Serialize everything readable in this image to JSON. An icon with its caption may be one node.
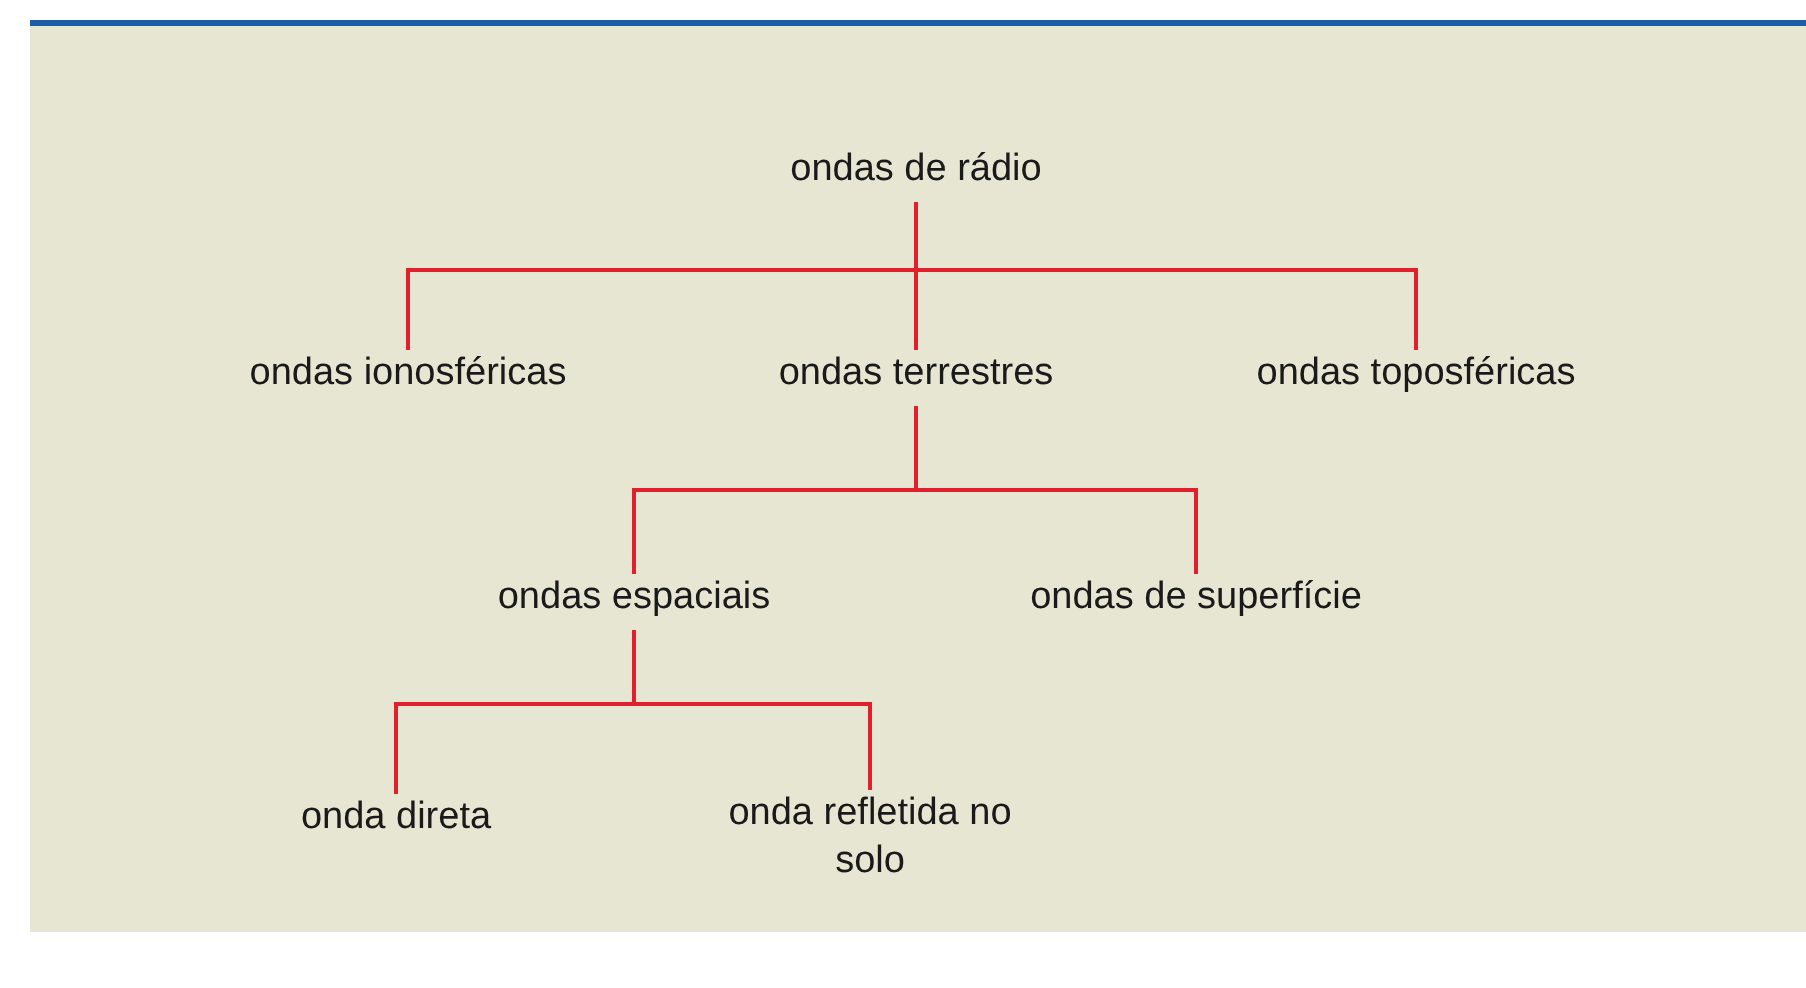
{
  "diagram": {
    "nodes": [
      {
        "text": [
          "ondas de rádio"
        ]
      },
      {
        "text": [
          "ondas ionosféricas"
        ]
      },
      {
        "text": [
          "ondas terrestres"
        ]
      },
      {
        "text": [
          "ondas toposféricas"
        ]
      },
      {
        "text": [
          "ondas espaciais"
        ]
      },
      {
        "text": [
          "ondas de superfície"
        ]
      },
      {
        "text": [
          "onda direta"
        ]
      },
      {
        "text": [
          "onda refletida no solo"
        ]
      }
    ],
    "edges": [
      {
        "from": 0,
        "to": 1,
        "arrow": "none"
      },
      {
        "from": 0,
        "to": 2,
        "arrow": "none"
      },
      {
        "from": 0,
        "to": 3,
        "arrow": "none"
      },
      {
        "from": 2,
        "to": 4,
        "arrow": "none"
      },
      {
        "from": 2,
        "to": 5,
        "arrow": "none"
      },
      {
        "from": 4,
        "to": 6,
        "arrow": "none"
      },
      {
        "from": 4,
        "to": 7,
        "arrow": "none"
      }
    ]
  }
}
